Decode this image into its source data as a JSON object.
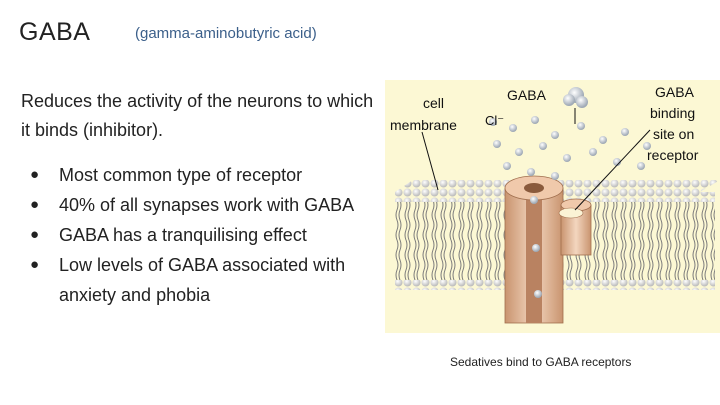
{
  "slide": {
    "title": "GABA",
    "subtitle": "(gamma-aminobutyric acid)",
    "intro": "Reduces the activity of the neurons to which it binds (inhibitor).",
    "bullets": [
      "Most common type of receptor",
      "40% of all synapses work with GABA",
      "GABA has a tranquilising effect",
      "Low levels of GABA associated with anxiety and phobia"
    ]
  },
  "figure": {
    "label_cell": "cell",
    "label_membrane": "membrane",
    "label_cl": "Cl⁻",
    "label_gaba": "GABA",
    "label_site_1": "GABA",
    "label_site_2": "binding",
    "label_site_3": "site on",
    "label_site_4": "receptor",
    "caption": "Sedatives bind to GABA receptors",
    "colors": {
      "background": "#fcf8d4",
      "membrane_head": "#e6e6e6",
      "receptor": "#e8c3a6",
      "receptor_shadow": "#c9946f",
      "ion": "#c7ced6"
    }
  }
}
